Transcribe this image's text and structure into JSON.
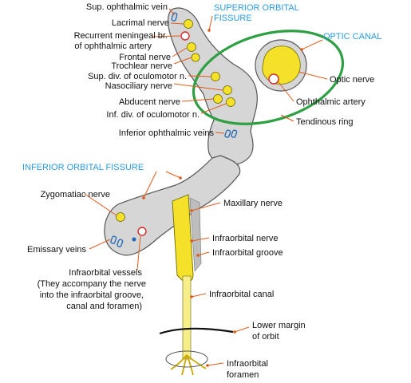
{
  "headings": {
    "superior_orbital_fissure": [
      "SUPERIOR ORBITAL",
      "FISSURE"
    ],
    "optic_canal": "OPTIC CANAL",
    "inferior_orbital_fissure": "INFERIOR ORBITAL FISSURE"
  },
  "labels": {
    "sup_ophthalmic_vein": "Sup. ophthalmic vein",
    "lacrimal_nerve": "Lacrimal nerve",
    "recurrent_meningeal": [
      "Recurrent meningeal br.",
      "of ophthalmic artery"
    ],
    "frontal_nerve": "Frontal nerve",
    "trochlear_nerve": "Trochlear nerve",
    "sup_div_oculomotor": "Sup. div. of oculomotor n.",
    "nasociliary_nerve": "Nasociliary nerve",
    "abducent_nerve": "Abducent nerve",
    "inf_div_oculomotor": "Inf. div. of oculomotor n.",
    "inferior_ophthalmic_veins": "Inferior ophthalmic veins",
    "optic_nerve": "Optic nerve",
    "ophthalmic_artery": "Ophthalmic artery",
    "tendinous_ring": "Tendinous ring",
    "zygomatic_nerve": "Zygomatiac nerve",
    "maxillary_nerve": "Maxillary nerve",
    "emissary_veins": "Emissary veins",
    "infraorbital_nerve": "Infraorbital nerve",
    "infraorbital_groove": "Infraorbital groove",
    "infraorbital_vessels": [
      "Infraorbital vessels",
      "(They accompany the nerve",
      "into the infraorbital groove,",
      "canal and foramen)"
    ],
    "infraorbital_canal": "Infraorbital canal",
    "lower_margin_orbit": [
      "Lower margin",
      "of orbit"
    ],
    "infraorbital_foramen": [
      "Infraorbital",
      "foramen"
    ]
  },
  "colors": {
    "heading_blue": "#2a9be0",
    "leader_orange": "#e05a1a",
    "tissue_grey": "#d6d6d6",
    "nerve_yellow": "#f5e02a",
    "ring_green": "#2ea043",
    "vein_blue": "#1f66b3",
    "artery_red": "#d22a2a"
  }
}
